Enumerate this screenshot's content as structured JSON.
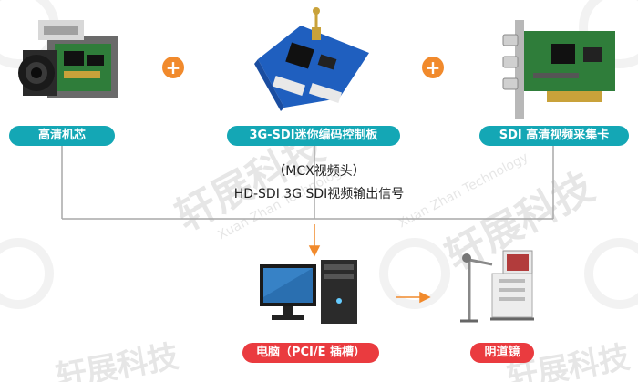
{
  "components": {
    "camera_label": "高清机芯",
    "board_label": "3G-SDI迷你编码控制板",
    "capture_card_label": "SDI 高清视频采集卡",
    "pc_label": "电脑（PCI/E  插槽）",
    "endoscope_label": "阴道镜"
  },
  "operators": {
    "plus": "+"
  },
  "caption": {
    "line1": "（MCX视频头）",
    "line2": "HD-SDI 3G SDI视频输出信号"
  },
  "watermark": {
    "text": "轩展科技",
    "subtext": "Xuan Zhan Technology"
  },
  "colors": {
    "teal": "#14a7b5",
    "red": "#ea3b3f",
    "orange": "#f18a2c",
    "line": "#a8a8a8"
  }
}
